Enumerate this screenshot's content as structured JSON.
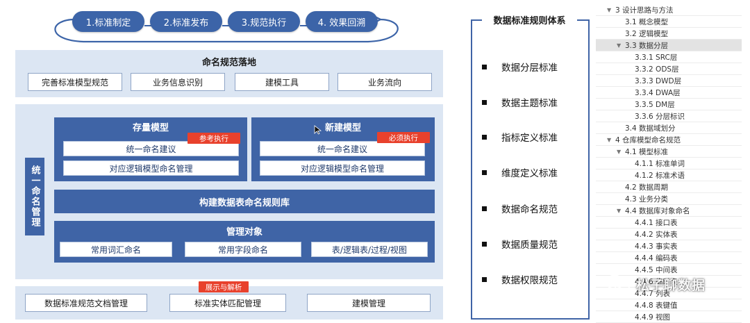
{
  "flow": {
    "steps": [
      "1.标准制定",
      "2.标准发布",
      "3.规范执行",
      "4. 效果回溯"
    ]
  },
  "naming": {
    "title": "命名规范落地",
    "items": [
      "完善标准模型规范",
      "业务信息识别",
      "建模工具",
      "业务流向"
    ]
  },
  "unified": {
    "side_label": "统一命名管理",
    "existing": {
      "title": "存量模型",
      "tag": "参考执行",
      "rows": [
        "统一命名建议",
        "对应逻辑模型命名管理"
      ]
    },
    "new_model": {
      "title": "新建模型",
      "tag": "必须执行",
      "rows": [
        "统一命名建议",
        "对应逻辑模型命名管理"
      ]
    },
    "library": "构建数据表命名规则库",
    "managed": {
      "title": "管理对象",
      "items": [
        "常用词汇命名",
        "常用字段命名",
        "表/逻辑表/过程/视图"
      ]
    }
  },
  "bottom": {
    "tag": "展示与解析",
    "items": [
      "数据标准规范文档管理",
      "标准实体匹配管理",
      "建模管理"
    ]
  },
  "standards": {
    "title": "数据标准规则体系",
    "items": [
      "数据分层标准",
      "数据主题标准",
      "指标定义标准",
      "维度定义标准",
      "数据命名规范",
      "数据质量规范",
      "数据权限规范"
    ]
  },
  "outline": [
    {
      "text": "3 设计思路与方法",
      "level": 0,
      "arrow": true
    },
    {
      "text": "3.1 概念模型",
      "level": 1,
      "arrow": false
    },
    {
      "text": "3.2 逻辑模型",
      "level": 1,
      "arrow": false
    },
    {
      "text": "3.3 数据分层",
      "level": 1,
      "arrow": true,
      "selected": true
    },
    {
      "text": "3.3.1 SRC层",
      "level": 2,
      "arrow": false
    },
    {
      "text": "3.3.2 ODS层",
      "level": 2,
      "arrow": false
    },
    {
      "text": "3.3.3 DWD层",
      "level": 2,
      "arrow": false
    },
    {
      "text": "3.3.4 DWA层",
      "level": 2,
      "arrow": false
    },
    {
      "text": "3.3.5 DM层",
      "level": 2,
      "arrow": false
    },
    {
      "text": "3.3.6 分层标识",
      "level": 2,
      "arrow": false
    },
    {
      "text": "3.4 数据域划分",
      "level": 1,
      "arrow": false
    },
    {
      "text": "4 仓库模型命名规范",
      "level": 0,
      "arrow": true
    },
    {
      "text": "4.1 模型标准",
      "level": 1,
      "arrow": true
    },
    {
      "text": "4.1.1 标准单词",
      "level": 2,
      "arrow": false
    },
    {
      "text": "4.1.2 标准术语",
      "level": 2,
      "arrow": false
    },
    {
      "text": "4.2 数据周期",
      "level": 1,
      "arrow": false
    },
    {
      "text": "4.3 业务分类",
      "level": 1,
      "arrow": false
    },
    {
      "text": "4.4 数据库对象命名",
      "level": 1,
      "arrow": true
    },
    {
      "text": "4.4.1 接口表",
      "level": 2,
      "arrow": false
    },
    {
      "text": "4.4.2 实体表",
      "level": 2,
      "arrow": false
    },
    {
      "text": "4.4.3 事实表",
      "level": 2,
      "arrow": false
    },
    {
      "text": "4.4.4 编码表",
      "level": 2,
      "arrow": false
    },
    {
      "text": "4.4.5 中间表",
      "level": 2,
      "arrow": false
    },
    {
      "text": "4.4.6 临时表",
      "level": 2,
      "arrow": false
    },
    {
      "text": "4.4.7 列表",
      "level": 2,
      "arrow": false
    },
    {
      "text": "4.4.8 表键值",
      "level": 2,
      "arrow": false
    },
    {
      "text": "4.4.9 视图",
      "level": 2,
      "arrow": false
    }
  ],
  "watermark": "松子聊数据",
  "colors": {
    "primary": "#3f64a6",
    "light_panel": "#dce6f3",
    "tag_red": "#e8412c"
  }
}
